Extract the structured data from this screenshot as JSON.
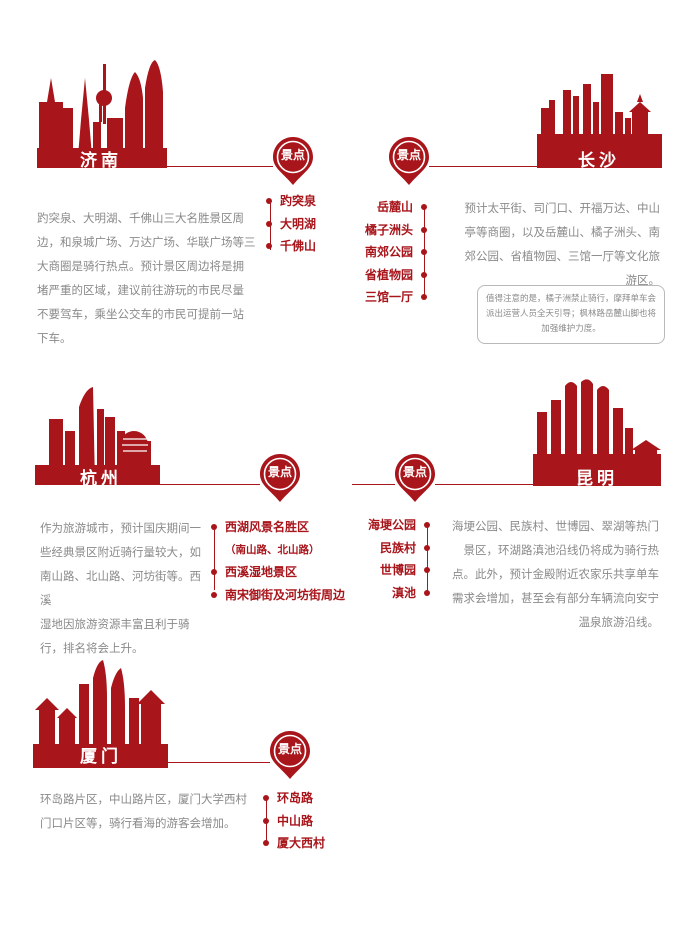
{
  "colors": {
    "accent": "#a8151b",
    "text": "#8a8a8a"
  },
  "spot_marker_label": "景点",
  "cities": {
    "jinan": {
      "name": "济南",
      "desc": [
        "趵突泉、大明湖、千佛山三大名胜景区周",
        "边，和泉城广场、万达广场、华联广场等三",
        "大商圈是骑行热点。预计景区周边将是拥",
        "堵严重的区域，建议前往游玩的市民尽量",
        "不要驾车，乘坐公交车的市民可提前一站",
        "下车。"
      ],
      "spots": [
        "趵突泉",
        "大明湖",
        "千佛山"
      ]
    },
    "changsha": {
      "name": "长沙",
      "desc": [
        "预计太平街、司门口、开福万达、中山",
        "亭等商圈，以及岳麓山、橘子洲头、南",
        "郊公园、省植物园、三馆一厅等文化旅",
        "游区。"
      ],
      "spots": [
        "岳麓山",
        "橘子洲头",
        "南郊公园",
        "省植物园",
        "三馆一厅"
      ],
      "note": [
        "值得注意的是，橘子洲禁止骑行，摩拜单车会",
        "派出运营人员全天引导；枫林路岳麓山脚也将",
        "加强维护力度。"
      ]
    },
    "hangzhou": {
      "name": "杭州",
      "desc": [
        "作为旅游城市，预计国庆期间一",
        "些经典景区附近骑行量较大，如",
        "南山路、北山路、河坊街等。西溪",
        "湿地因旅游资源丰富且利于骑",
        "行，排名将会上升。"
      ],
      "spots": [
        "西湖风景名胜区",
        "（南山路、北山路）",
        "西溪湿地景区",
        "南宋御街及河坊街周边"
      ]
    },
    "kunming": {
      "name": "昆明",
      "desc": [
        "海埂公园、民族村、世博园、翠湖等热门",
        "景区，环湖路滇池沿线仍将成为骑行热",
        "点。此外，预计金殿附近农家乐共享单车",
        "需求会增加，甚至会有部分车辆流向安宁",
        "温泉旅游沿线。"
      ],
      "spots": [
        "海埂公园",
        "民族村",
        "世博园",
        "滇池"
      ]
    },
    "xiamen": {
      "name": "厦门",
      "desc": [
        "环岛路片区，中山路片区，厦门大学西村",
        "门口片区等，骑行看海的游客会增加。"
      ],
      "spots": [
        "环岛路",
        "中山路",
        "厦大西村"
      ]
    }
  }
}
